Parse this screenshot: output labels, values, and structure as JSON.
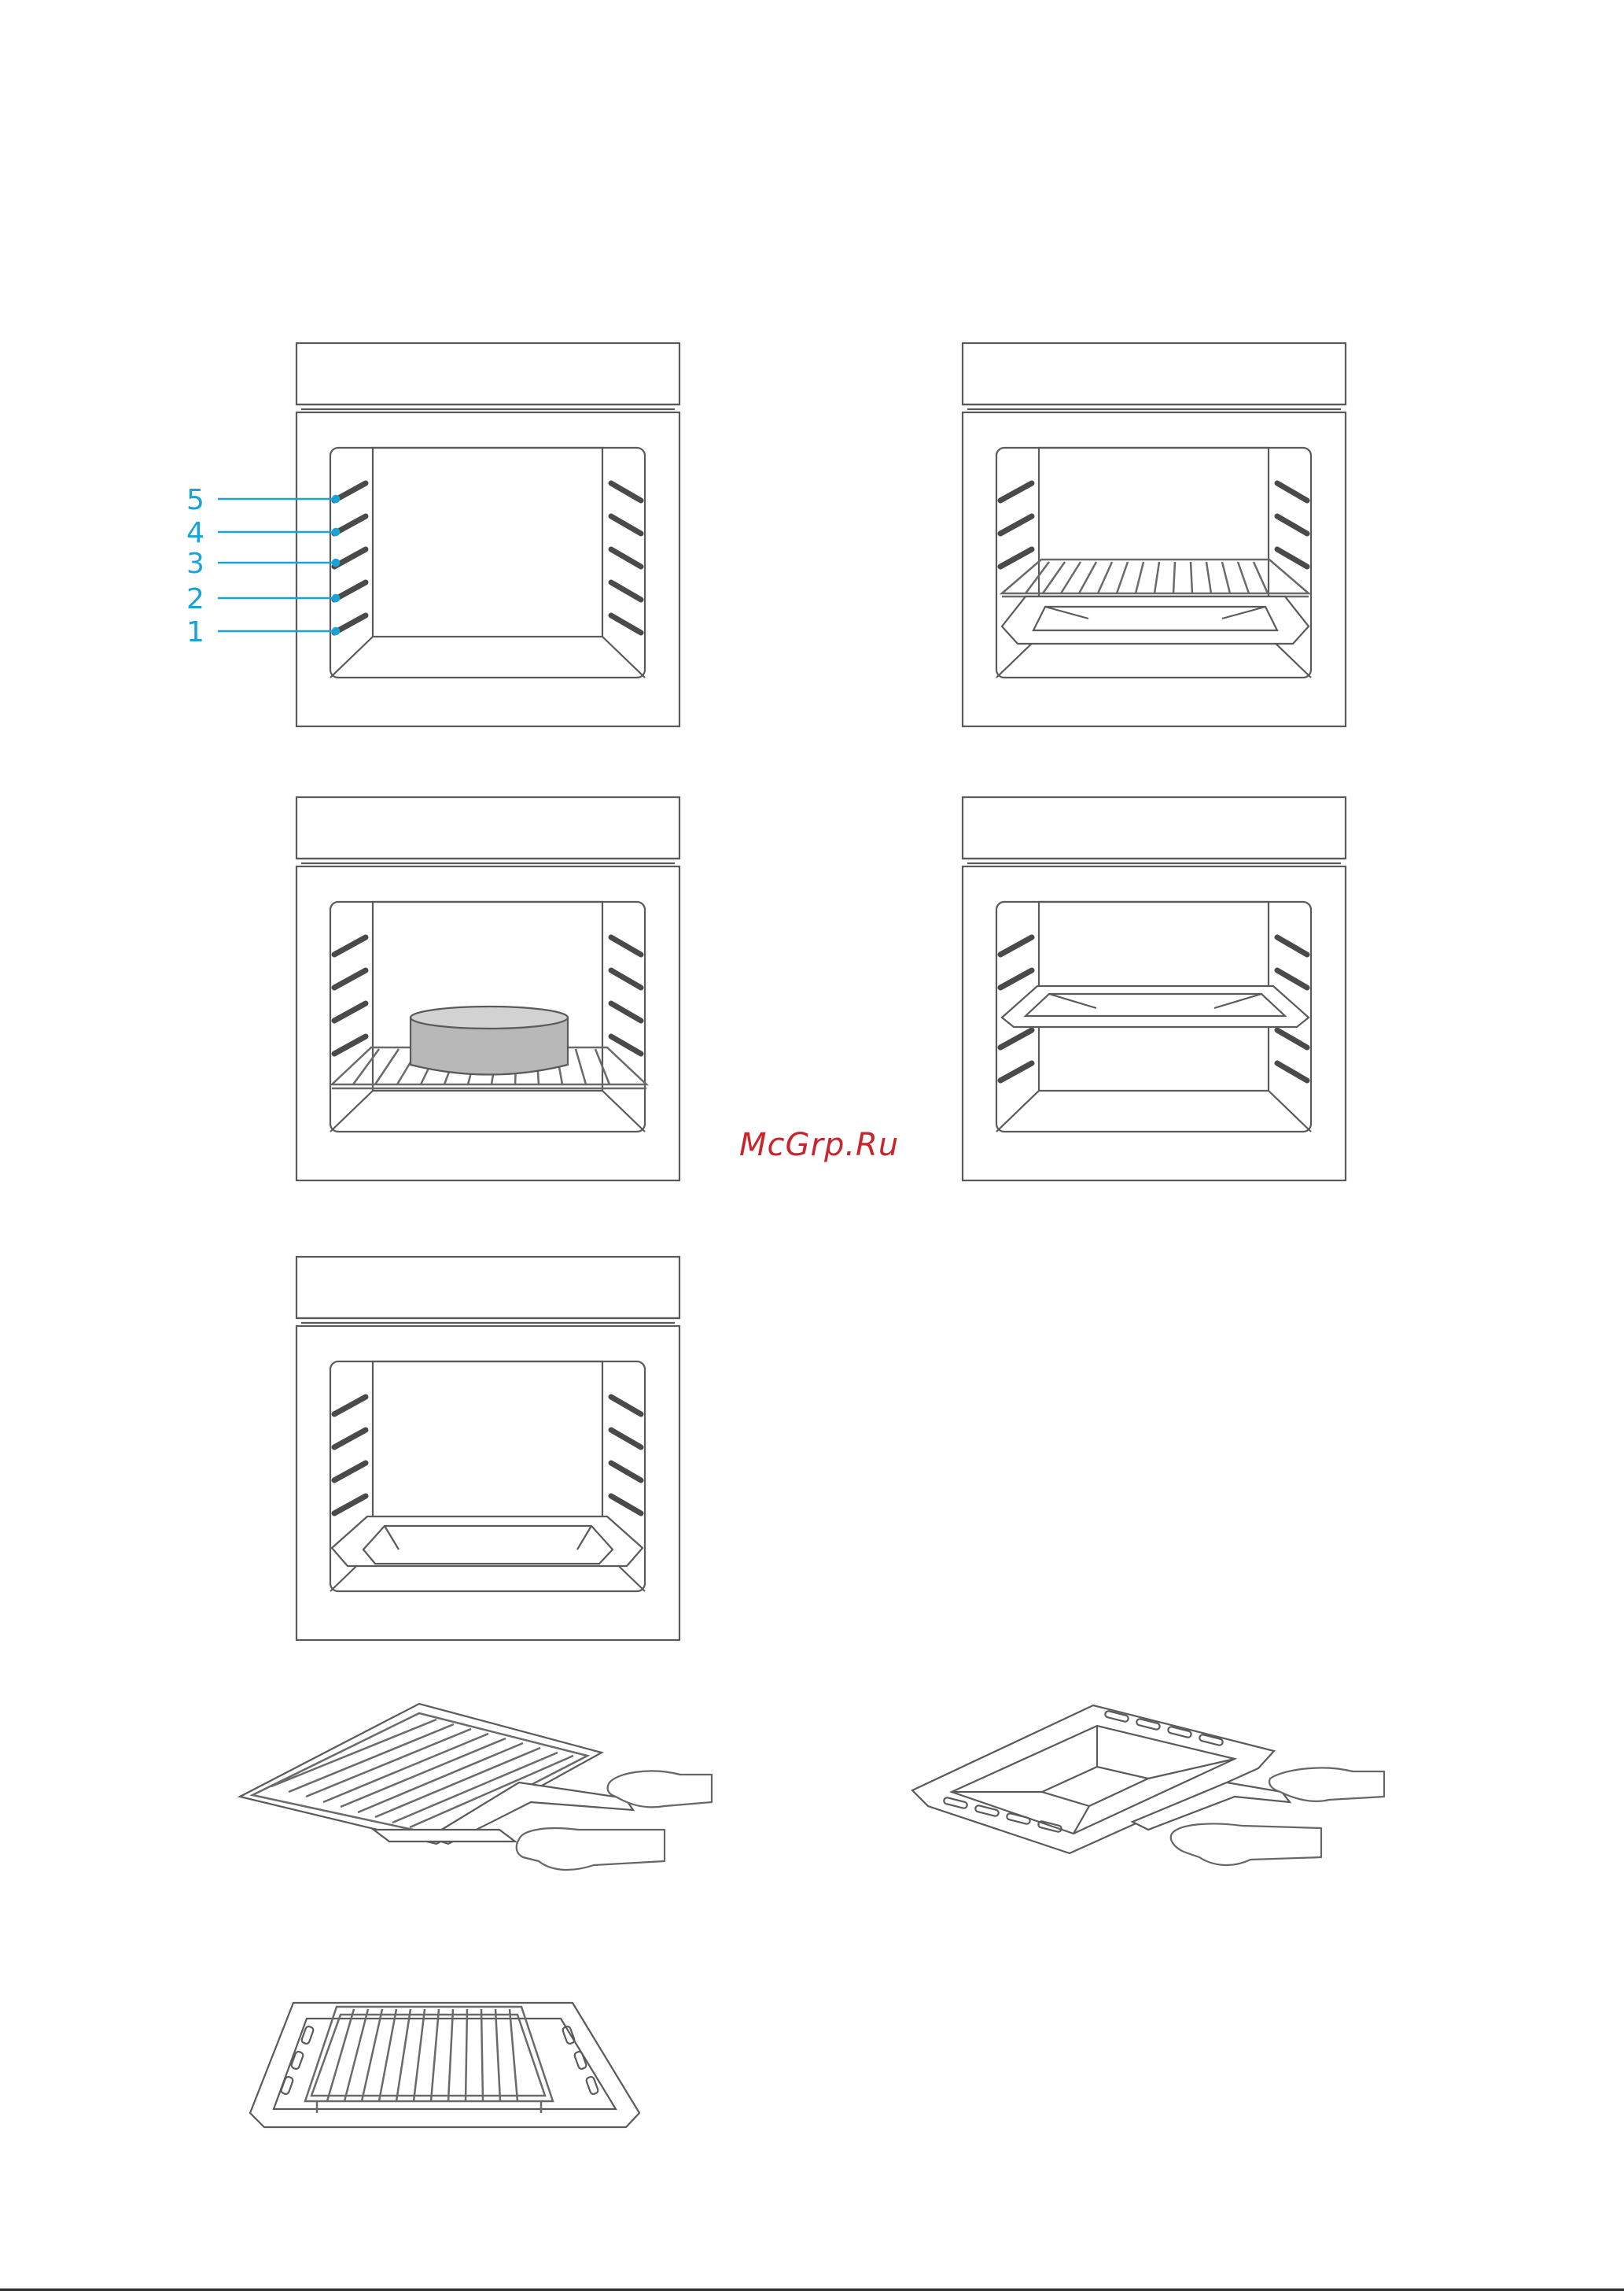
{
  "shelf_levels": [
    "5",
    "4",
    "3",
    "2",
    "1"
  ],
  "colors": {
    "accent": "#1aa3d9",
    "line": "#5a5a5a",
    "watermark": "#c8262c"
  },
  "watermark": "McGrp.Ru",
  "figures": [
    {
      "id": "oven-levels",
      "content": "shelf-level-labels"
    },
    {
      "id": "oven-rack-over-tray",
      "content": "wire-rack-and-tray"
    },
    {
      "id": "oven-cake-pan",
      "content": "cake-pan-on-rack"
    },
    {
      "id": "oven-tray-middle",
      "content": "tray-on-middle-level"
    },
    {
      "id": "oven-tray-bottom",
      "content": "tray-on-bottom"
    },
    {
      "id": "rack-handling",
      "content": "hands-holding-wire-rack"
    },
    {
      "id": "tray-handling",
      "content": "hands-holding-tray"
    },
    {
      "id": "rack-on-tray",
      "content": "rack-placed-on-tray"
    }
  ]
}
